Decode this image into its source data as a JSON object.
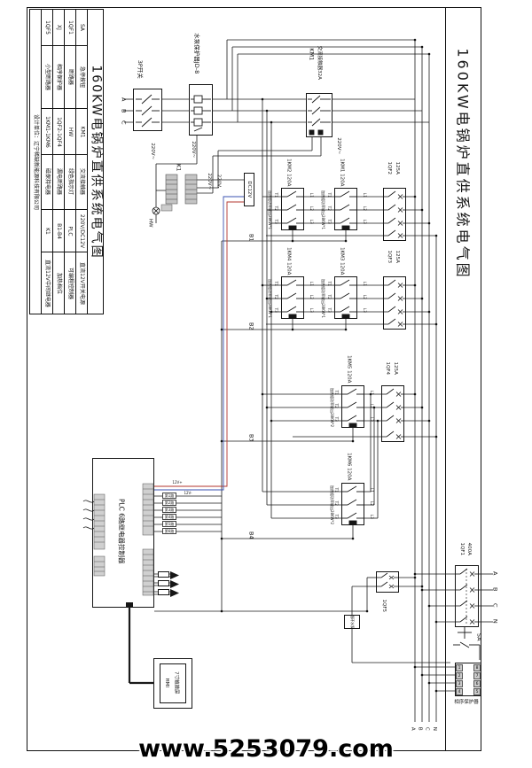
{
  "title_bar": {
    "title": "160KW电锅炉直供系统电气图"
  },
  "legend": {
    "title": "160KW电锅炉直供系统电气图",
    "designer": "设计单位：辽宁稀缺新能源科技有限公司",
    "rows": [
      {
        "cells": [
          "SA",
          "急停按钮",
          "KM1",
          "交流接触器",
          "220V/DC12V",
          "直流12V开关电源"
        ]
      },
      {
        "cells": [
          "1QF1",
          "断路器",
          "HW",
          "绿色指示灯",
          "PLC",
          "可编程控制器"
        ]
      },
      {
        "cells": [
          "XJ",
          "相序保护器",
          "1QF2-1QF4",
          "漏电断路器",
          "B1-B4",
          "加热档位"
        ]
      },
      {
        "cells": [
          "1QF5",
          "小型断路器",
          "1KM1-1KM6",
          "磁保持电器",
          "K1",
          "直流12V中间继电器"
        ]
      }
    ]
  },
  "watermark": {
    "text": "www.5253079.com"
  },
  "incoming": {
    "phases": [
      "A",
      "B",
      "C"
    ],
    "switch_label": "3P开关",
    "pump_protector": "水泵保护器JD-8",
    "v220": "220V~"
  },
  "km1": {
    "name": "KM1",
    "desc": "交流接触器32A",
    "v220": "220V~"
  },
  "control": {
    "k1": "K1",
    "hw": "HW",
    "v220a": "220V~",
    "v220b": "220V~",
    "v220c": "220V-",
    "dc12v": "DC12V"
  },
  "plc": {
    "label": "PLC 6路继电器控制器",
    "outputs": [
      "第1路",
      "第2路",
      "第3路",
      "第4路",
      "第5路",
      "第6路"
    ],
    "dc_plus": "12V+",
    "dc_minus": "12V-"
  },
  "hmi": {
    "name": "HMI",
    "desc": "7寸触摸屏"
  },
  "heating": {
    "note1": "加热组功率输出28KW*1",
    "note2": "加热组功率输出28KW*2",
    "t": [
      "T1",
      "T2",
      "T3"
    ],
    "l": [
      "L1",
      "L2",
      "L3"
    ],
    "rows": [
      {
        "relays": [
          {
            "label": "1KM2 120A"
          },
          {
            "label": "1KM1 120A"
          }
        ],
        "breaker_name": "1QF2",
        "breaker_amp": "125A",
        "level": "B1"
      },
      {
        "relays": [
          {
            "label": "1KM4 120A"
          },
          {
            "label": "1KM3 120A"
          }
        ],
        "breaker_name": "1QF3",
        "breaker_amp": "125A",
        "level": "B2"
      },
      {
        "relays": [
          {
            "label": "1KM5 120A"
          }
        ],
        "breaker_name": "1QF4",
        "breaker_amp": "125A",
        "level": "B3"
      },
      {
        "relays": [
          {
            "label": "1KM6 120A"
          }
        ],
        "level": "B4"
      }
    ]
  },
  "bottom": {
    "qf5": "1QF5",
    "pump": "循环水泵",
    "qf1": {
      "name": "1QF1",
      "amp": "400A"
    },
    "sa": "SA",
    "xj": {
      "label": "相序保护器",
      "terminals_left": [
        "1",
        "2",
        "3",
        "4"
      ],
      "terminals_right": [
        "8",
        "7",
        "6",
        "5"
      ]
    },
    "phases": [
      "A",
      "B",
      "C",
      "N"
    ],
    "bus_labels": [
      "A",
      "B",
      "C",
      "N"
    ]
  }
}
